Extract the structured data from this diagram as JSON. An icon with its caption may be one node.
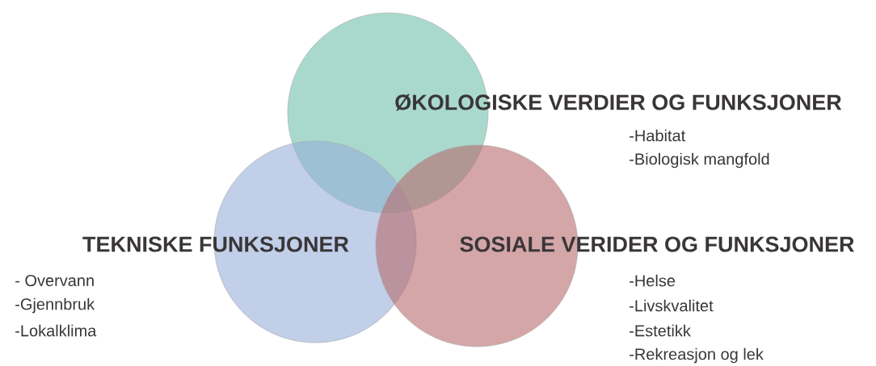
{
  "diagram": {
    "nodes": [
      {
        "text": [
          "ØKOLOGISKE VERDIER OG FUNKSJONER",
          "-Habitat",
          "-Biologisk mangfold"
        ]
      },
      {
        "text": [
          "TEKNISKE FUNKSJONER",
          "- Overvann",
          "-Gjennbruk",
          "-Lokalklima"
        ]
      },
      {
        "text": [
          "SOSIALE VERIDER OG FUNKSJONER",
          "-Helse",
          "-Livskvalitet",
          "-Estetikk",
          "-Rekreasjon og lek"
        ]
      }
    ]
  }
}
